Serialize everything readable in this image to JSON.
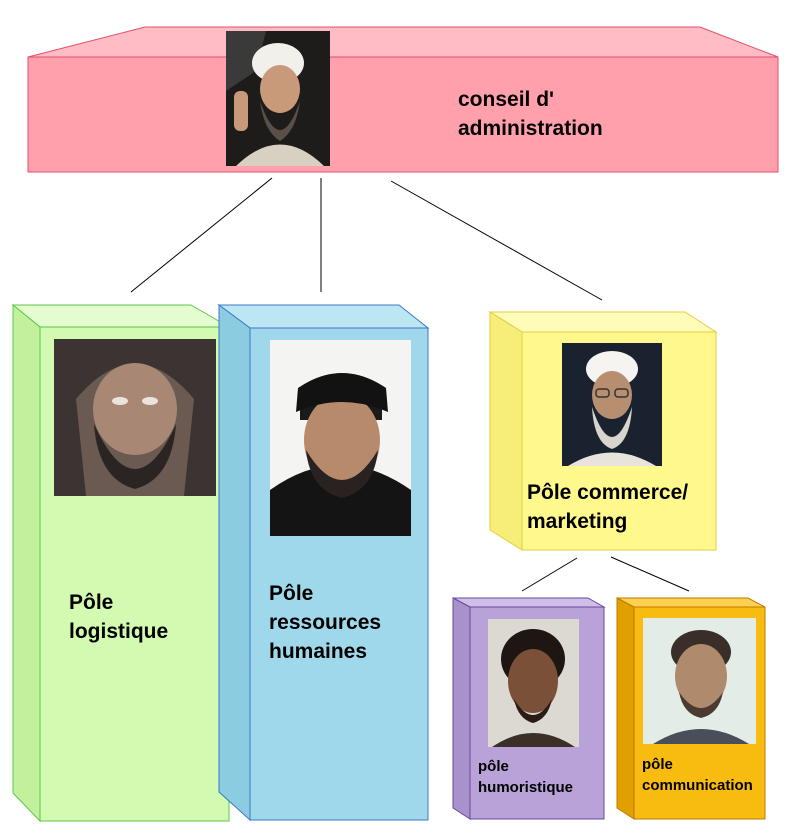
{
  "nodes": [
    {
      "id": "board",
      "label_lines": [
        "conseil d'",
        "administration"
      ],
      "color": "#ffa0ac",
      "stroke": "#e05068",
      "photo": "portrait-photo"
    },
    {
      "id": "logistics",
      "label_lines": [
        "Pôle",
        "logistique"
      ],
      "color": "#d2fab0",
      "stroke": "#5cc848",
      "photo": "portrait-photo"
    },
    {
      "id": "hr",
      "label_lines": [
        "Pôle",
        "ressources",
        "humaines"
      ],
      "color": "#9fd8ea",
      "stroke": "#3c78c8",
      "photo": "portrait-photo"
    },
    {
      "id": "commerce",
      "label_lines": [
        "Pôle commerce/",
        "marketing"
      ],
      "color": "#fff88c",
      "stroke": "#e0d040",
      "photo": "portrait-photo"
    },
    {
      "id": "humor",
      "label_lines": [
        "pôle",
        "humoristique"
      ],
      "color": "#b8a2d8",
      "stroke": "#6848a0",
      "photo": "portrait-photo"
    },
    {
      "id": "communication",
      "label_lines": [
        "pôle",
        "communication"
      ],
      "color": "#f8bc10",
      "stroke": "#c07800",
      "photo": "portrait-photo"
    }
  ],
  "edges": [
    {
      "from": "board",
      "to": "logistics"
    },
    {
      "from": "board",
      "to": "hr"
    },
    {
      "from": "board",
      "to": "commerce"
    },
    {
      "from": "commerce",
      "to": "humor"
    },
    {
      "from": "commerce",
      "to": "communication"
    }
  ]
}
